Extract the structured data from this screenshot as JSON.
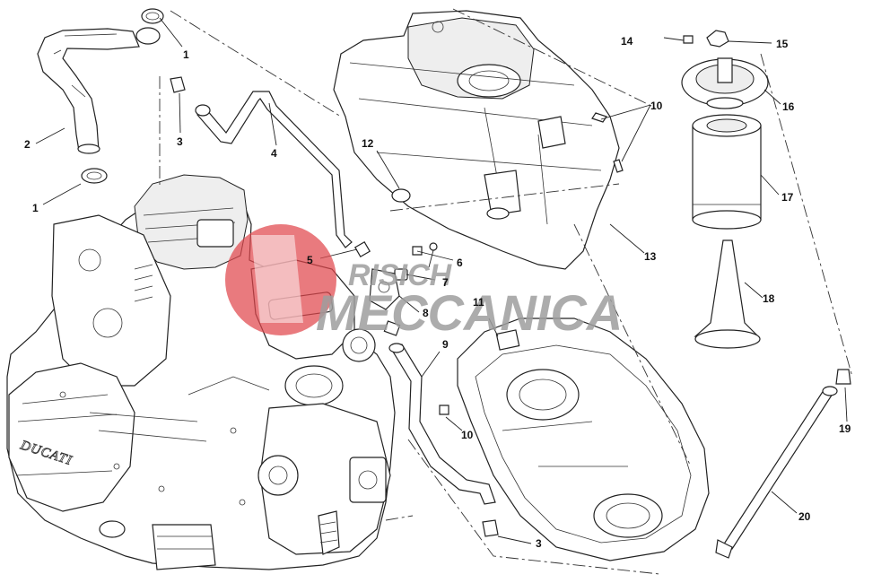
{
  "callouts": [
    {
      "id": "1",
      "label": "1"
    },
    {
      "id": "2",
      "label": "2"
    },
    {
      "id": "1b",
      "label": "1"
    },
    {
      "id": "3",
      "label": "3"
    },
    {
      "id": "4",
      "label": "4"
    },
    {
      "id": "5",
      "label": "5"
    },
    {
      "id": "6",
      "label": "6"
    },
    {
      "id": "7",
      "label": "7"
    },
    {
      "id": "8",
      "label": "8"
    },
    {
      "id": "9",
      "label": "9"
    },
    {
      "id": "10",
      "label": "10"
    },
    {
      "id": "10b",
      "label": "10"
    },
    {
      "id": "11",
      "label": "11"
    },
    {
      "id": "12",
      "label": "12"
    },
    {
      "id": "13",
      "label": "13"
    },
    {
      "id": "14",
      "label": "14"
    },
    {
      "id": "15",
      "label": "15"
    },
    {
      "id": "16",
      "label": "16"
    },
    {
      "id": "17",
      "label": "17"
    },
    {
      "id": "18",
      "label": "18"
    },
    {
      "id": "19",
      "label": "19"
    },
    {
      "id": "20",
      "label": "20"
    },
    {
      "id": "3b",
      "label": "3"
    }
  ],
  "engine_brand": "DUCATI",
  "watermark": {
    "line1": "RISICH",
    "line2": "MECCANICA",
    "color_disc": "#e0474c",
    "color_text": "#9e9e9e"
  }
}
